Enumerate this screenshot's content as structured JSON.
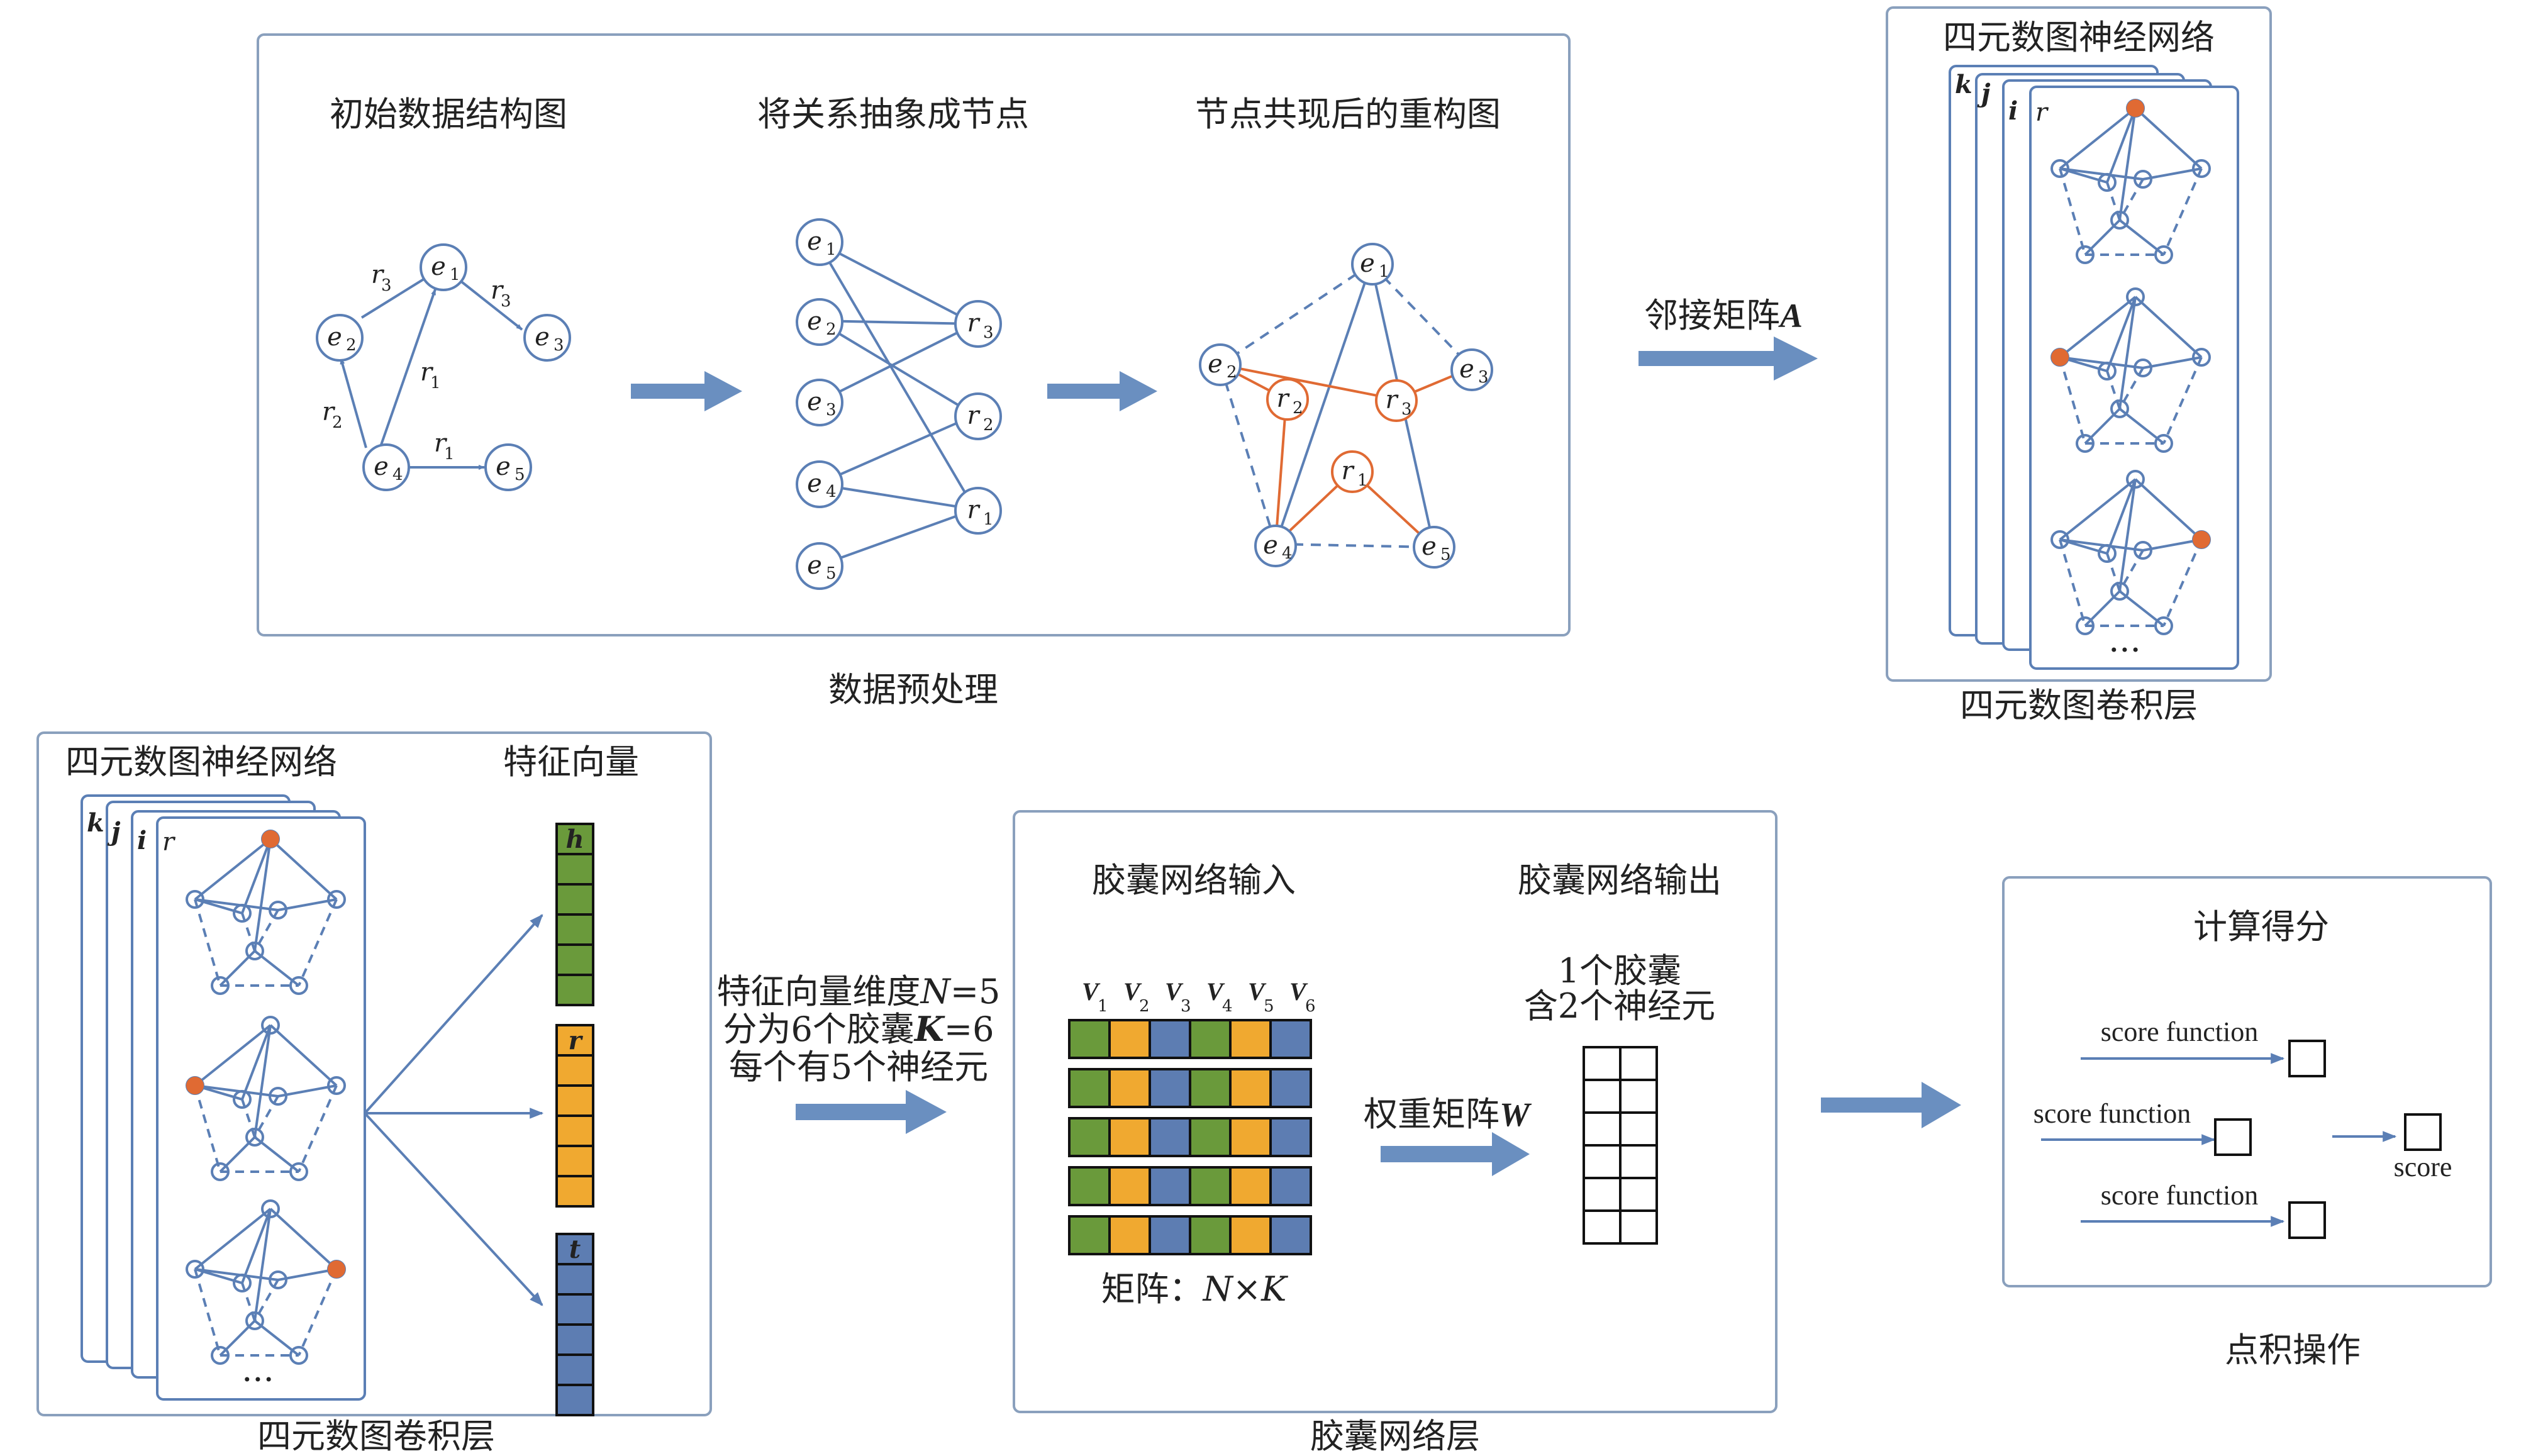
{
  "colors": {
    "panel_border": "#8aa0bd",
    "blue_node": "#5b7fb5",
    "orange_node": "#e06a33",
    "arrow_fill": "#6a8fc0",
    "cell_green": "#6a9a3b",
    "cell_orange": "#f0a930",
    "cell_blue": "#5d7db2"
  },
  "top_panel": {
    "title1": "初始数据结构图",
    "title2": "将关系抽象成节点",
    "title3": "节点共现后的重构图",
    "caption": "数据预处理"
  },
  "adjacency_label": "邻接矩阵",
  "adjacency_symbol": "A",
  "graph_stack_top": {
    "title": "四元数图神经网络",
    "caption": "四元数图卷积层",
    "layer_letters": [
      "k",
      "j",
      "i",
      "r"
    ],
    "ellipsis": "···"
  },
  "graph_stack_left": {
    "title": "四元数图神经网络",
    "caption": "四元数图卷积层",
    "feature_title": "特征向量",
    "layer_letters": [
      "k",
      "j",
      "i",
      "r"
    ],
    "ellipsis": "···",
    "vectors": [
      {
        "label": "h",
        "color": "cell_green"
      },
      {
        "label": "r",
        "color": "cell_orange"
      },
      {
        "label": "t",
        "color": "cell_blue"
      }
    ]
  },
  "feature_note": {
    "line1_prefix": "特征向量维度",
    "line1_var": "N",
    "line1_suffix": "=5",
    "line2_prefix": "分为6个胶囊",
    "line2_var": "K",
    "line2_suffix": "=6",
    "line3": "每个有5个神经元"
  },
  "capsule_panel": {
    "input_title": "胶囊网络输入",
    "output_title": "胶囊网络输出",
    "v_labels": [
      "V",
      "V",
      "V",
      "V",
      "V",
      "V"
    ],
    "v_subs": [
      "1",
      "2",
      "3",
      "4",
      "5",
      "6"
    ],
    "matrix_label": "矩阵：",
    "matrix_dims": "N×K",
    "weight_label": "权重矩阵",
    "weight_symbol": "W",
    "output_note1": "1个胶囊",
    "output_note2": "含2个神经元",
    "caption": "胶囊网络层"
  },
  "score_panel": {
    "title": "计算得分",
    "functions": [
      "score function",
      "score function",
      "score function"
    ],
    "score_label": "score",
    "caption": "点积操作"
  },
  "graph1": {
    "nodes": [
      {
        "id": "e",
        "sub": "1"
      },
      {
        "id": "e",
        "sub": "2"
      },
      {
        "id": "e",
        "sub": "3"
      },
      {
        "id": "e",
        "sub": "4"
      },
      {
        "id": "e",
        "sub": "5"
      }
    ],
    "edge_labels": [
      {
        "id": "r",
        "sub": "3"
      },
      {
        "id": "r",
        "sub": "3"
      },
      {
        "id": "r",
        "sub": "1"
      },
      {
        "id": "r",
        "sub": "2"
      },
      {
        "id": "r",
        "sub": "1"
      }
    ]
  },
  "graph2": {
    "entities": [
      {
        "id": "e",
        "sub": "1"
      },
      {
        "id": "e",
        "sub": "2"
      },
      {
        "id": "e",
        "sub": "3"
      },
      {
        "id": "e",
        "sub": "4"
      },
      {
        "id": "e",
        "sub": "5"
      }
    ],
    "relations": [
      {
        "id": "r",
        "sub": "3"
      },
      {
        "id": "r",
        "sub": "2"
      },
      {
        "id": "r",
        "sub": "1"
      }
    ]
  },
  "graph3": {
    "entities": [
      {
        "id": "e",
        "sub": "1"
      },
      {
        "id": "e",
        "sub": "2"
      },
      {
        "id": "e",
        "sub": "3"
      },
      {
        "id": "e",
        "sub": "4"
      },
      {
        "id": "e",
        "sub": "5"
      }
    ],
    "relations": [
      {
        "id": "r",
        "sub": "2"
      },
      {
        "id": "r",
        "sub": "3"
      },
      {
        "id": "r",
        "sub": "1"
      }
    ]
  }
}
